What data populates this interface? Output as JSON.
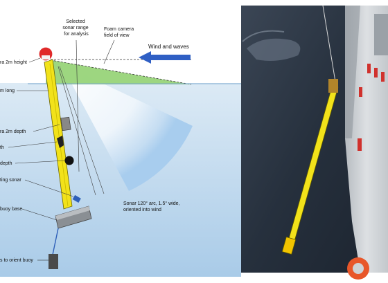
{
  "diagram": {
    "labels": {
      "selected_sonar_range": [
        "Selected",
        "sonar range",
        "for analysis"
      ],
      "foam_camera": [
        "Foam camera",
        "field of view"
      ],
      "wind_waves": "Wind and waves",
      "camera_height": "ra 2m height",
      "long": "m long",
      "camera_depth": "ra 2m depth",
      "depth_a": "th",
      "depth_b": "depth",
      "sonar": "ting sonar",
      "buoy_base": "buoy base",
      "orient": "s to orient buoy",
      "sonar_arc": [
        "Sonar 120° arc, 1.5° wide,",
        "oriented into wind"
      ]
    }
  },
  "colors": {
    "sky": "#ffffff",
    "water_top": "#dceaf5",
    "water_bottom": "#9fc5e6",
    "buoy_yellow": "#f2e21a",
    "arrow_blue": "#2f5fc4",
    "fov_green": "#8ccf6a",
    "ball_red": "#e02a2a",
    "ocean": "#2a3544",
    "deck": "#c9cdd1"
  }
}
